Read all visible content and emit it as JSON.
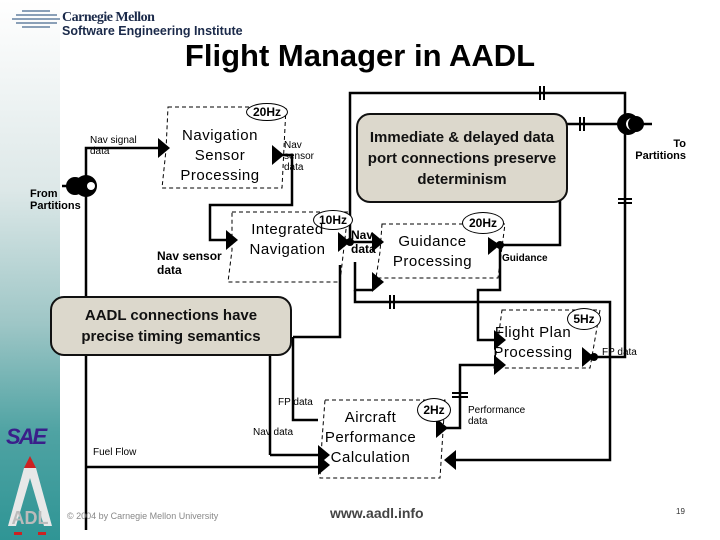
{
  "header": {
    "org_name": "Carnegie Mellon",
    "institute_name": "Software Engineering Institute"
  },
  "slide": {
    "title": "Flight Manager in AADL",
    "page_number": "19"
  },
  "components": {
    "nav_sensor": {
      "label_lines": [
        "Navigation",
        "Sensor",
        "Processing"
      ],
      "rate": "20Hz"
    },
    "integrated_nav": {
      "label_lines": [
        "Integrated",
        "Navigation"
      ],
      "rate": "10Hz"
    },
    "guidance": {
      "label_lines": [
        "Guidance",
        "Processing"
      ],
      "rate": "20Hz"
    },
    "flight_plan": {
      "label_lines": [
        "Flight Plan",
        "Processing"
      ],
      "rate": "5Hz"
    },
    "aircraft_perf": {
      "label_lines": [
        "Aircraft",
        "Performance",
        "Calculation"
      ],
      "rate": "2Hz"
    }
  },
  "ports": {
    "nav_signal_data": "Nav signal data",
    "nav_sensor_data_out": "Nav sensor data",
    "nav_sensor_data_in": "Nav sensor data",
    "nav_data": "Nav data",
    "guidance": "Guidance",
    "fp_data_out": "FP data",
    "fp_data_in": "FP data",
    "nav_data_in": "Nav data",
    "fuel_flow": "Fuel Flow",
    "performance_data": "Performance data",
    "from_partitions": "From Partitions",
    "to_partitions": "To Partitions"
  },
  "notes": {
    "determinism": "Immediate & delayed data port connections preserve determinism",
    "timing": "AADL connections have precise timing semantics"
  },
  "footer": {
    "copyright": "© 2004 by Carnegie Mellon University",
    "url": "www.aadl.info"
  },
  "logos": {
    "sae": "SAE",
    "adl": "ADL"
  },
  "colors": {
    "note_fill": "#dcd8cc",
    "sidebar_teal": "#2f9595",
    "sae_purple": "#3a1f8a",
    "title_navy": "#1b2a4a"
  }
}
